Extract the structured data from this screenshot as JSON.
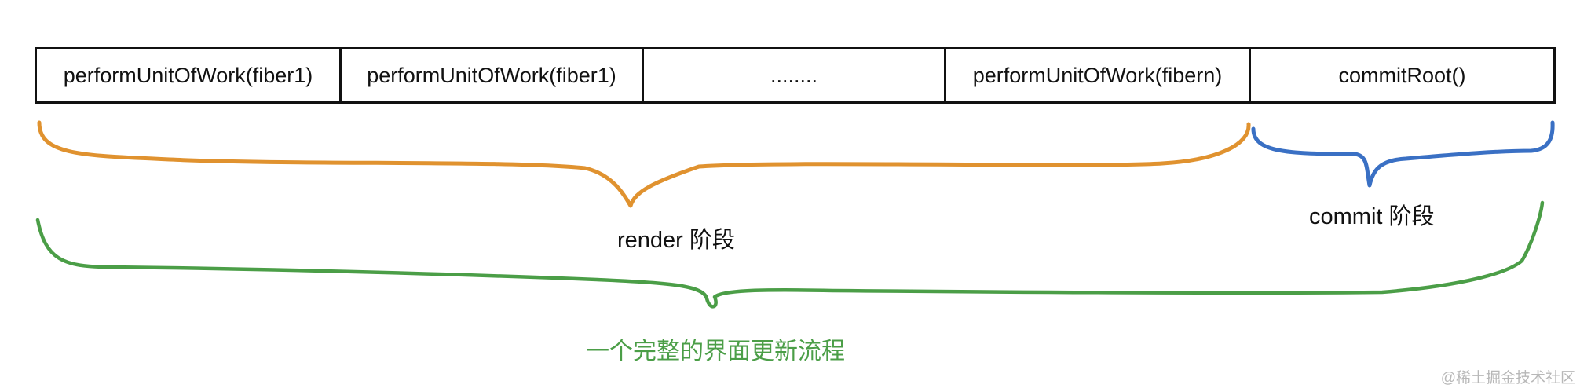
{
  "boxes": [
    {
      "label": "performUnitOfWork(fiber1)"
    },
    {
      "label": "performUnitOfWork(fiber1)"
    },
    {
      "label": "........"
    },
    {
      "label": "performUnitOfWork(fibern)"
    },
    {
      "label": "commitRoot()"
    }
  ],
  "labels": {
    "render_phase": "render 阶段",
    "commit_phase": "commit 阶段",
    "full_flow": "一个完整的界面更新流程"
  },
  "watermark": "@稀土掘金技术社区",
  "colors": {
    "render_brace": "#e0922f",
    "commit_brace": "#3a70c4",
    "flow_brace": "#4b9e47",
    "box_border": "#111111"
  }
}
